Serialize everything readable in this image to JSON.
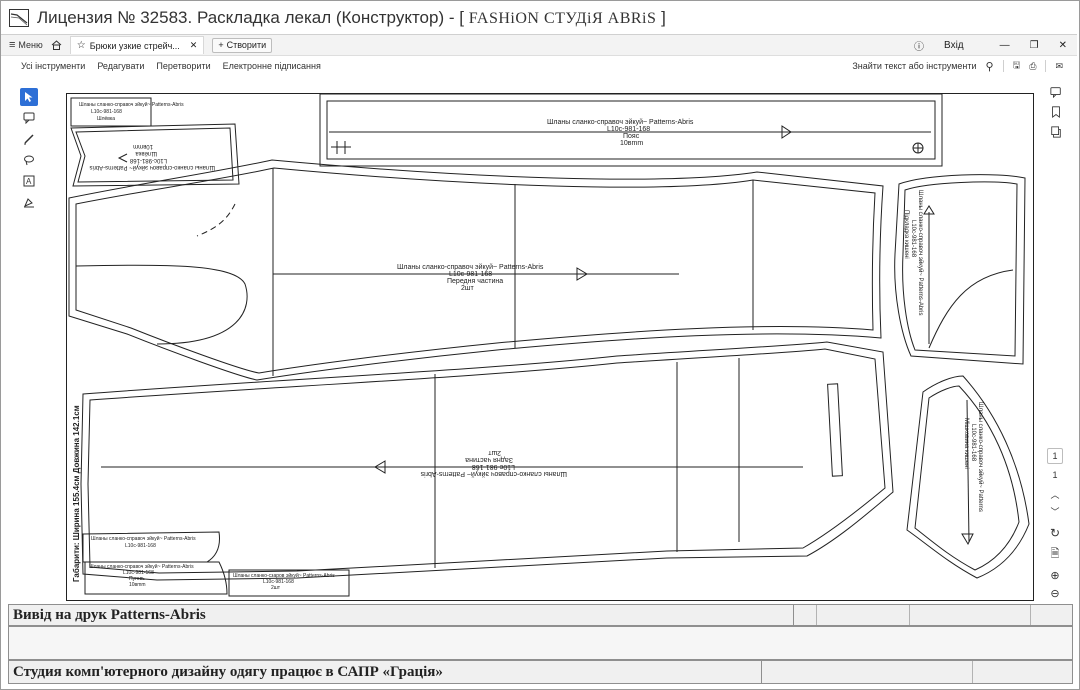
{
  "window": {
    "title": "Лицензия № 32583. Раскладка лекал (Конструктор) - [",
    "brand": "FASHiON СТУДiЯ ABRiS",
    "title_end": "]"
  },
  "tabbar": {
    "menu_label": "Меню",
    "tab_label": "Брюки узкие стрейч...",
    "new_tab_label": "Створити",
    "signin_label": "Вхід"
  },
  "menubar": {
    "items": [
      "Усі інструменти",
      "Редагувати",
      "Перетворити",
      "Електронне підписання"
    ],
    "search_label": "Знайти текст або інструменти"
  },
  "navigation": {
    "page_input": "1",
    "page_total": "1"
  },
  "pattern": {
    "top_strip": {
      "line1": "Шланы сланко-справоч эйкуй~ Patterns-Abris",
      "line2": "L10c-981-168",
      "line3": "Пояс",
      "line4": "10вmm"
    },
    "front_piece": {
      "line1": "Шланы сланко-справоч эйкуй~ Patterns-Abris",
      "line2": "L10c-981-168",
      "line3": "Передня частина",
      "line4": "2шт"
    },
    "back_piece": {
      "line1": "Шланы сланко-справоч эйкуй~ Patterns-Abris",
      "line2": "L10c-981-168",
      "line3": "Задня частина",
      "line4": "2шт"
    },
    "small_top_left": {
      "line1": "Шланы сланко-справоч эйкуй~ Patterns-Abris",
      "line2": "L10c-981-168",
      "line3": "Шлёвка",
      "line4": "10вmm"
    },
    "bottom_left_a": {
      "line1": "Шланы сланко-справоч эйкуй~ Patterns-Abris",
      "line2": "L10c-981-168",
      "line3": "Пуговь",
      "line4": "10вmm"
    },
    "bottom_left_b": {
      "line1": "Шланы сланко-справоч эйкуй~ Patterns-Abris",
      "line2": "L10c-981-168"
    },
    "bottom_mid": {
      "line1": "Шланы сланко-сзаров эйкуй~ Patterns-Abris",
      "line2": "L10c-981-168",
      "line3": "2шт"
    },
    "right_upper": {
      "line1": "Шланы сланко-справоч эйкуй~ Patterns-Abris",
      "line2": "L10c-981-168",
      "line3": "Підкладка кишені"
    },
    "right_lower": {
      "line1": "Шланы сланко-справоч эйкуй~ Patterns",
      "line2": "L10c-981-168",
      "line3": "Мішковина кишені"
    },
    "side_dims": "Габарити: Ширина 155.4см Довжина 142.1см"
  },
  "status": {
    "print_label": "Вивід на друк Patterns-Abris",
    "studio_label": "Студия  комп'ютерного дизайну одягу працює в САПР «Грація»"
  },
  "colors": {
    "accent": "#2d6fd6",
    "status_bg": "#f0f0f0"
  }
}
